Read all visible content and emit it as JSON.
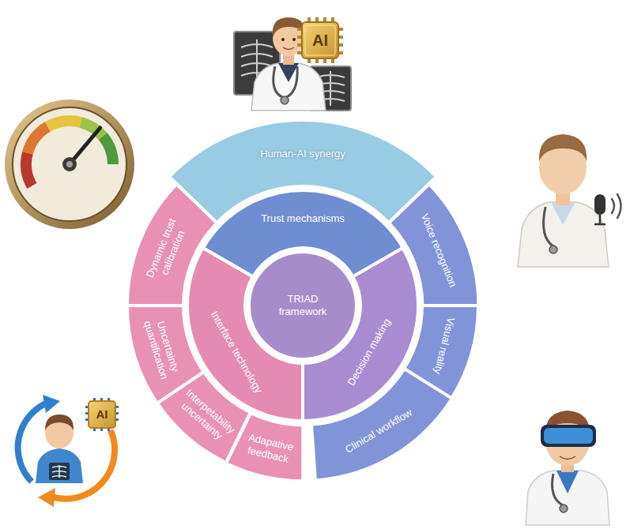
{
  "diagram": {
    "nodes": [
      {
        "text": [
          "TRIAD framework"
        ]
      },
      {
        "text": [
          "Trust mechanisms"
        ]
      },
      {
        "text": [
          "Decision making"
        ]
      },
      {
        "text": [
          "Interface technology"
        ]
      },
      {
        "text": [
          "Human-AI synergy"
        ]
      },
      {
        "text": [
          "Voice recognition"
        ]
      },
      {
        "text": [
          "Visual reality"
        ]
      },
      {
        "text": [
          "Clinical workflow"
        ]
      },
      {
        "text": [
          "Dynamic trust calibration"
        ]
      },
      {
        "text": [
          "Uncertainty quantification"
        ]
      },
      {
        "text": [
          "Interpetability uncertainty"
        ]
      },
      {
        "text": [
          "Adapative feedback"
        ]
      }
    ],
    "labels": [
      "AI",
      "AI"
    ]
  }
}
